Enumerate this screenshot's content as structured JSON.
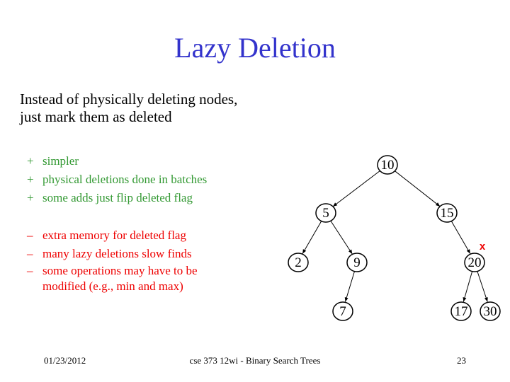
{
  "title": "Lazy Deletion",
  "intro": [
    "Instead of physically deleting nodes,",
    "just mark them as deleted"
  ],
  "pros": {
    "symbol": "+",
    "color": "#339933",
    "items": [
      "simpler",
      "physical deletions done in batches",
      "some adds just flip deleted flag"
    ]
  },
  "cons": {
    "symbol": "–",
    "color": "#ee0000",
    "items": [
      "extra memory for deleted flag",
      "many lazy deletions slow finds",
      "some operations may have to be modified (e.g., min and max)"
    ]
  },
  "tree": {
    "nodes": [
      {
        "id": "n10",
        "label": "10"
      },
      {
        "id": "n5",
        "label": "5"
      },
      {
        "id": "n15",
        "label": "15"
      },
      {
        "id": "n2",
        "label": "2"
      },
      {
        "id": "n9",
        "label": "9"
      },
      {
        "id": "n20",
        "label": "20",
        "deleted": true
      },
      {
        "id": "n7",
        "label": "7"
      },
      {
        "id": "n17",
        "label": "17"
      },
      {
        "id": "n30",
        "label": "30"
      }
    ],
    "edges": [
      [
        "n10",
        "n5"
      ],
      [
        "n10",
        "n15"
      ],
      [
        "n5",
        "n2"
      ],
      [
        "n5",
        "n9"
      ],
      [
        "n15",
        "n20"
      ],
      [
        "n9",
        "n7"
      ],
      [
        "n20",
        "n17"
      ],
      [
        "n20",
        "n30"
      ]
    ],
    "deleted_mark": "x",
    "deleted_mark_color": "#ee0000"
  },
  "footer": {
    "date": "01/23/2012",
    "course": "cse 373 12wi - Binary Search Trees",
    "page": "23"
  }
}
